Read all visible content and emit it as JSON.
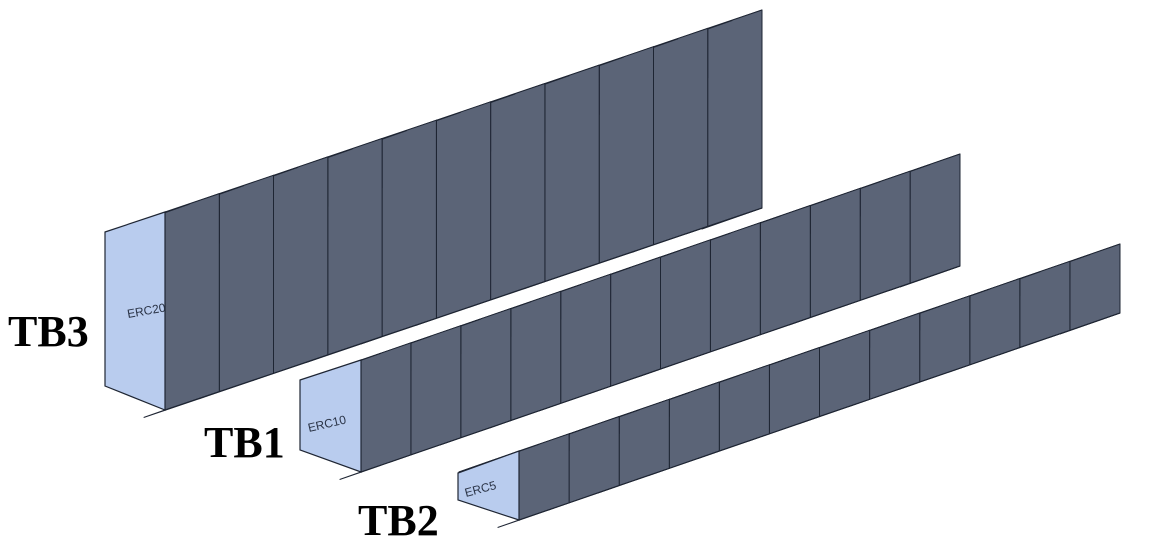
{
  "labels": {
    "tb3": "TB3",
    "tb1": "TB1",
    "tb2": "TB2",
    "erc20": "ERC20",
    "erc10": "ERC10",
    "erc5": "ERC5"
  },
  "structures": [
    {
      "name": "TB3",
      "face_label": "ERC20",
      "cells": 11
    },
    {
      "name": "TB1",
      "face_label": "ERC10",
      "cells": 12
    },
    {
      "name": "TB2",
      "face_label": "ERC5",
      "cells": 12
    }
  ],
  "colors": {
    "front_face": "#b9ccee",
    "top_face": "#a2b0c8",
    "end_face": "#5a6f92",
    "wall": "#5b6477",
    "bottom": "#8f98a7",
    "side_face": "#4f5a6e",
    "inner_wall": "#5f86cc",
    "edge": "#1e2533"
  }
}
